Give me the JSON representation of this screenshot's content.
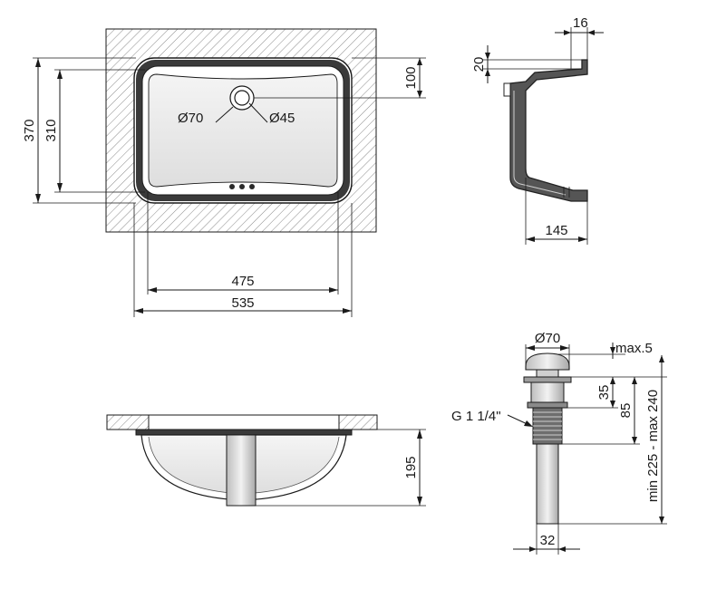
{
  "top_view": {
    "dim_overall_width": "535",
    "dim_inner_width": "475",
    "dim_overall_depth": "370",
    "dim_inner_depth": "310",
    "dim_drain_offset": "100",
    "label_drain_outer": "Ø70",
    "label_drain_inner": "Ø45"
  },
  "side_view": {
    "dim_rim_width": "16",
    "dim_rim_height": "20",
    "dim_bowl_depth": "145"
  },
  "front_view": {
    "dim_height": "195"
  },
  "drain_view": {
    "label_cap_diameter": "Ø70",
    "label_max_projection": "max.5",
    "dim_cap_height": "35",
    "dim_body_height": "85",
    "label_thread": "G 1 1/4\"",
    "label_total_length": "min 225 - max 240",
    "dim_pipe_diameter": "32"
  },
  "colors": {
    "line": "#1a1a1a",
    "fill_dark": "#555555",
    "hatch": "#8a8a8a",
    "shade": "#e6e6e6"
  }
}
